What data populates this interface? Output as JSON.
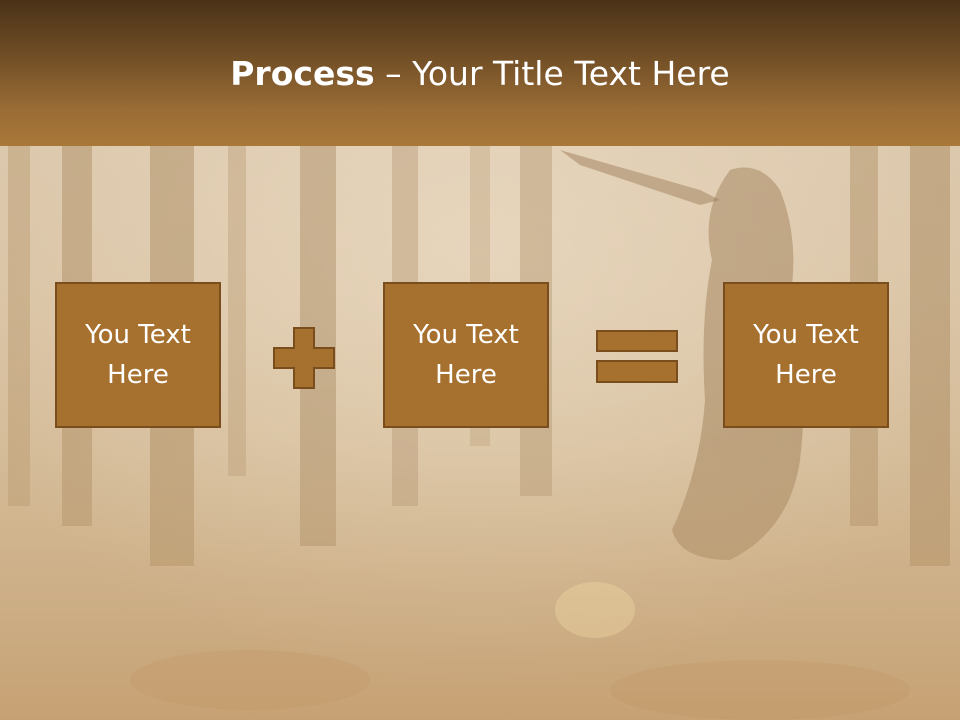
{
  "slide": {
    "title_bold": "Process",
    "title_rest": " – Your Title Text Here",
    "boxes": [
      {
        "label": "You Text Here"
      },
      {
        "label": "You Text Here"
      },
      {
        "label": "You Text Here"
      }
    ],
    "operators": [
      "plus",
      "equals"
    ],
    "colors": {
      "header_dark": "#4a3218",
      "header_light": "#a97838",
      "box_fill": "#a6702f",
      "box_border": "#7a4d1c",
      "text": "#ffffff"
    }
  }
}
